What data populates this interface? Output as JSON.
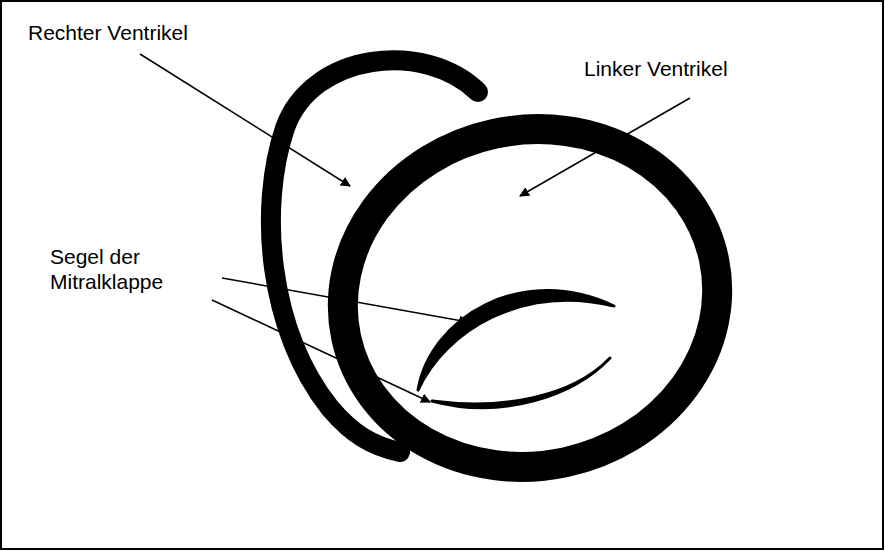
{
  "diagram": {
    "labels": [
      "Rechter Ventrikel",
      "Linker Ventrikel",
      "Segel der Mitralklappe"
    ]
  }
}
